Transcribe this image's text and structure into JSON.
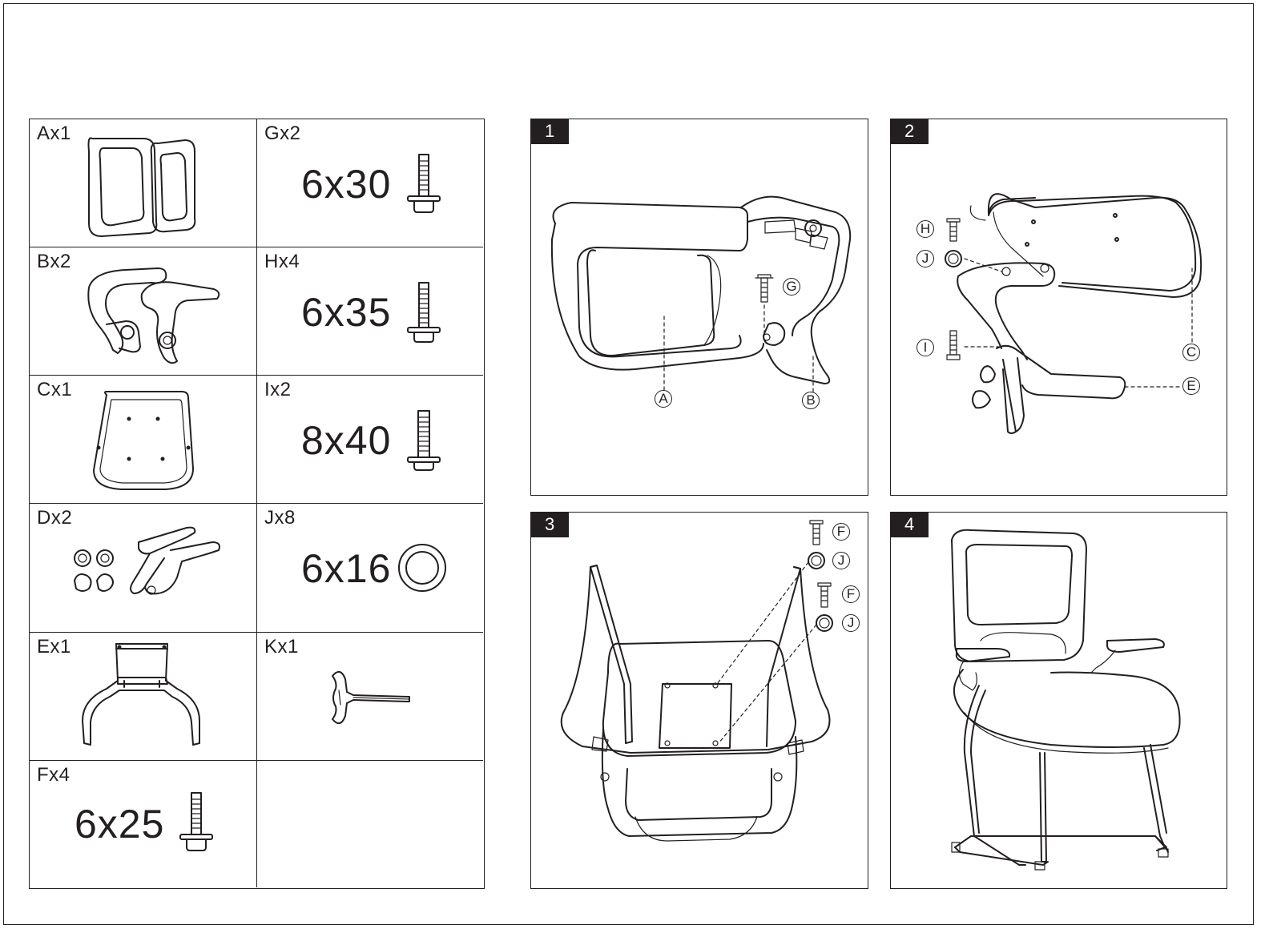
{
  "parts": [
    {
      "id": "A",
      "label": "Ax1"
    },
    {
      "id": "G",
      "label": "Gx2",
      "size": "6x30"
    },
    {
      "id": "B",
      "label": "Bx2"
    },
    {
      "id": "H",
      "label": "Hx4",
      "size": "6x35"
    },
    {
      "id": "C",
      "label": "Cx1"
    },
    {
      "id": "I",
      "label": "Ix2",
      "size": "8x40"
    },
    {
      "id": "D",
      "label": "Dx2"
    },
    {
      "id": "J",
      "label": "Jx8",
      "size": "6x16"
    },
    {
      "id": "E",
      "label": "Ex1"
    },
    {
      "id": "K",
      "label": "Kx1"
    },
    {
      "id": "F",
      "label": "Fx4",
      "size": "6x25"
    }
  ],
  "steps": [
    {
      "number": "1",
      "callouts": [
        "G",
        "A",
        "B"
      ]
    },
    {
      "number": "2",
      "callouts": [
        "H",
        "J",
        "I",
        "C",
        "E"
      ]
    },
    {
      "number": "3",
      "callouts": [
        "F",
        "J",
        "F",
        "J"
      ]
    },
    {
      "number": "4"
    }
  ],
  "colors": {
    "ink": "#231f20",
    "paper": "#ffffff"
  }
}
